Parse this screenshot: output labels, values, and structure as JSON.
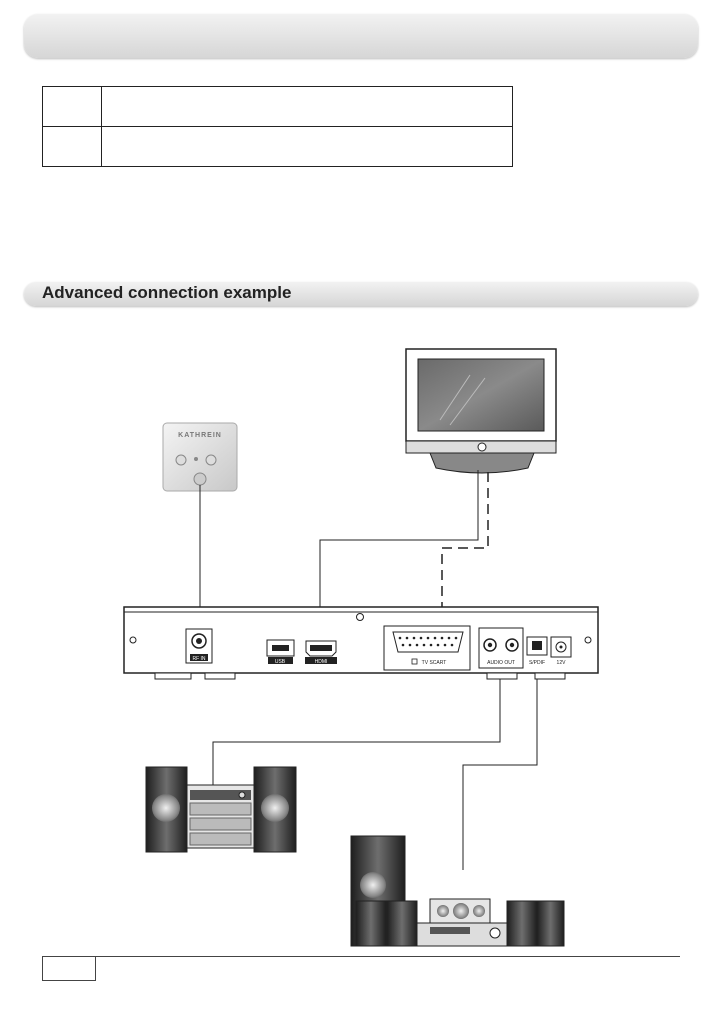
{
  "header": {
    "title": ""
  },
  "section": {
    "title": "Advanced connection example"
  },
  "note_table": {
    "rows": [
      [
        "",
        ""
      ],
      [
        "",
        ""
      ]
    ]
  },
  "wall_socket": {
    "brand": "KATHREIN"
  },
  "receiver": {
    "ports": {
      "rf_in": "RF IN",
      "usb": "USB",
      "hdmi": "HDMI",
      "scart": "TV SCART",
      "audio_out": "AUDIO OUT",
      "spdif": "S/PDIF",
      "power": "12V"
    }
  },
  "footer": {
    "page_number": ""
  }
}
